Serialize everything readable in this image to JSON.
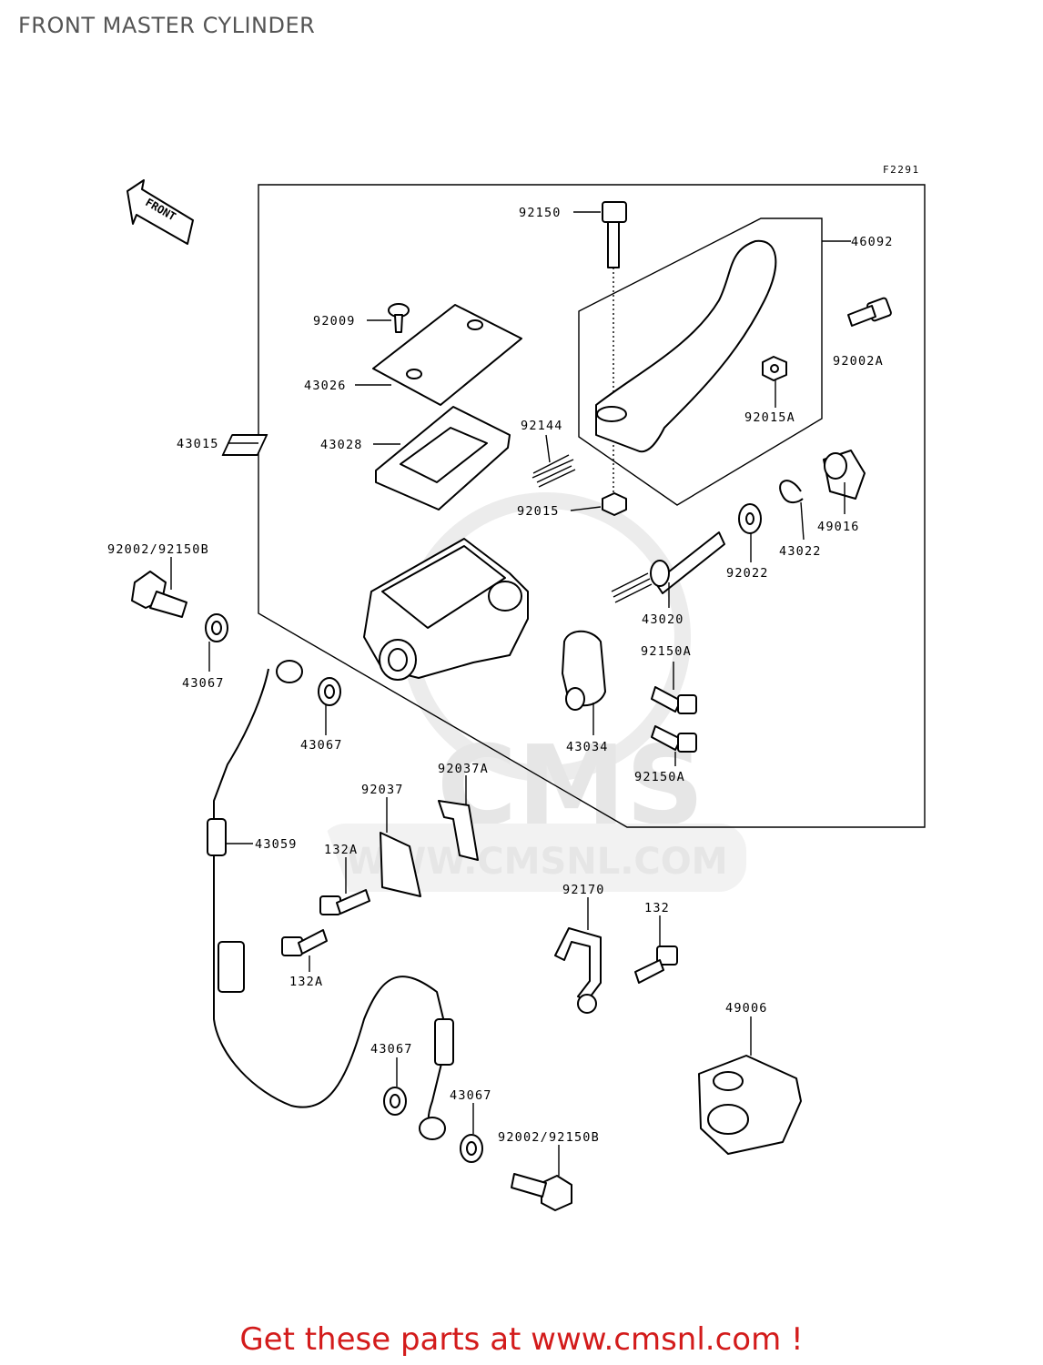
{
  "title": "FRONT MASTER CYLINDER",
  "figure_id": "F2291",
  "front_arrow_label": "FRONT",
  "watermark": {
    "logo": "CMS",
    "url": "WWW.CMSNL.COM"
  },
  "parts": {
    "p92150": "92150",
    "p46092": "46092",
    "p92009": "92009",
    "p92002A": "92002A",
    "p43026": "43026",
    "p43015": "43015",
    "p43028": "43028",
    "p92144": "92144",
    "p92015A": "92015A",
    "p92015": "92015",
    "p49016": "49016",
    "p43022": "43022",
    "p92022": "92022",
    "p92002_92150B_top": "92002/92150B",
    "p43020": "43020",
    "p92150A_a": "92150A",
    "p43067_a": "43067",
    "p43067_b": "43067",
    "p43034": "43034",
    "p92150A_b": "92150A",
    "p92037A": "92037A",
    "p92037": "92037",
    "p43059": "43059",
    "p132A_a": "132A",
    "p92170": "92170",
    "p132": "132",
    "p132A_b": "132A",
    "p49006": "49006",
    "p43067_c": "43067",
    "p43067_d": "43067",
    "p92002_92150B_bottom": "92002/92150B"
  },
  "footer": "Get these parts at www.cmsnl.com !",
  "colors": {
    "footer": "#d31b1b",
    "title": "#555555",
    "lines": "#000000"
  }
}
